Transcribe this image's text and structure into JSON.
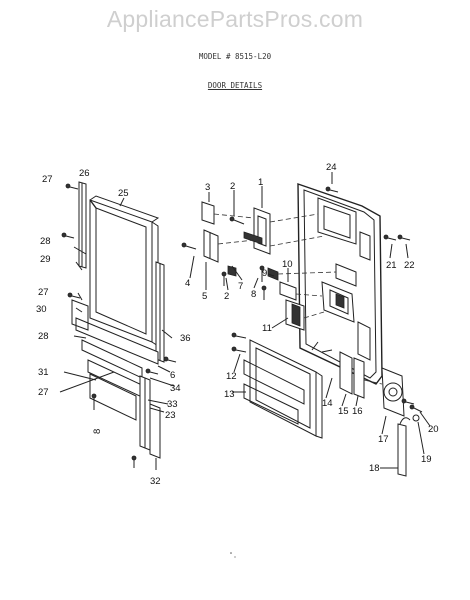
{
  "header": {
    "watermark": "AppliancePartsPros.com",
    "model": "MODEL # 8515-L20",
    "subtitle": "DOOR DETAILS"
  },
  "callouts": [
    {
      "id": "p1",
      "label": "1"
    },
    {
      "id": "p2a",
      "label": "2"
    },
    {
      "id": "p2b",
      "label": "2"
    },
    {
      "id": "p3",
      "label": "3"
    },
    {
      "id": "p4",
      "label": "4"
    },
    {
      "id": "p5",
      "label": "5"
    },
    {
      "id": "p6",
      "label": "6"
    },
    {
      "id": "p7",
      "label": "7"
    },
    {
      "id": "p8a",
      "label": "8"
    },
    {
      "id": "p8b",
      "label": "8"
    },
    {
      "id": "p9",
      "label": "9"
    },
    {
      "id": "p10",
      "label": "10"
    },
    {
      "id": "p11",
      "label": "11"
    },
    {
      "id": "p12",
      "label": "12"
    },
    {
      "id": "p13",
      "label": "13"
    },
    {
      "id": "p14",
      "label": "14"
    },
    {
      "id": "p15",
      "label": "15"
    },
    {
      "id": "p16",
      "label": "16"
    },
    {
      "id": "p17",
      "label": "17"
    },
    {
      "id": "p18",
      "label": "18"
    },
    {
      "id": "p19",
      "label": "19"
    },
    {
      "id": "p20",
      "label": "20"
    },
    {
      "id": "p21",
      "label": "21"
    },
    {
      "id": "p22",
      "label": "22"
    },
    {
      "id": "p23",
      "label": "23"
    },
    {
      "id": "p24",
      "label": "24"
    },
    {
      "id": "p25",
      "label": "25"
    },
    {
      "id": "p26",
      "label": "26"
    },
    {
      "id": "p27a",
      "label": "27"
    },
    {
      "id": "p27b",
      "label": "27"
    },
    {
      "id": "p27c",
      "label": "27"
    },
    {
      "id": "p28a",
      "label": "28"
    },
    {
      "id": "p28b",
      "label": "28"
    },
    {
      "id": "p29",
      "label": "29"
    },
    {
      "id": "p30",
      "label": "30"
    },
    {
      "id": "p31",
      "label": "31"
    },
    {
      "id": "p32",
      "label": "32"
    },
    {
      "id": "p33",
      "label": "33"
    },
    {
      "id": "p34",
      "label": "34"
    },
    {
      "id": "p36",
      "label": "36"
    }
  ]
}
